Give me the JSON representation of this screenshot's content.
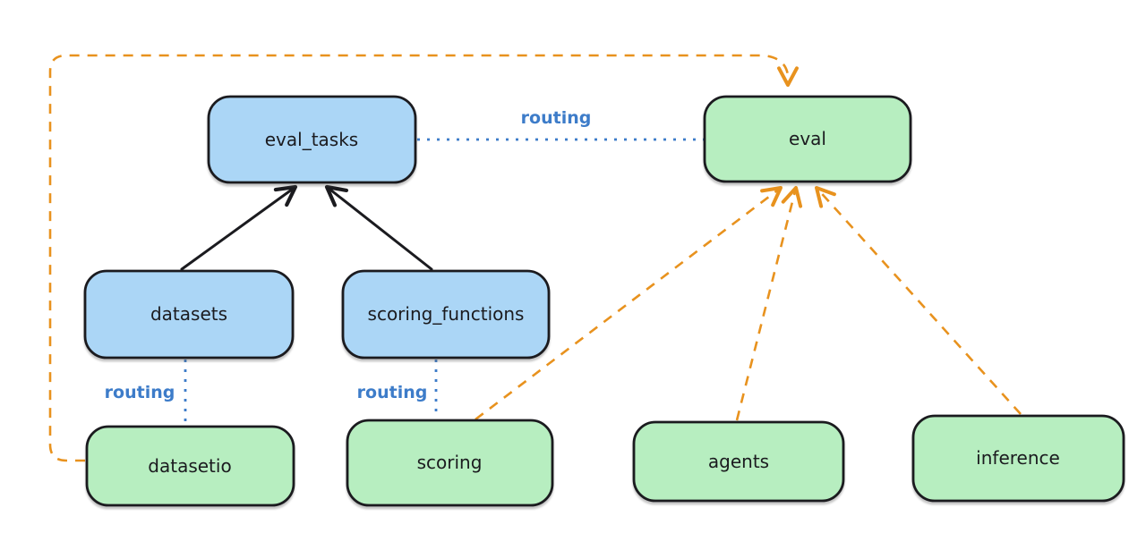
{
  "diagram": {
    "type": "architecture-routing-diagram",
    "nodes": [
      {
        "id": "eval_tasks",
        "label": "eval_tasks",
        "fill_role": "registry"
      },
      {
        "id": "eval",
        "label": "eval",
        "fill_role": "api"
      },
      {
        "id": "datasets",
        "label": "datasets",
        "fill_role": "registry"
      },
      {
        "id": "scoring_functions",
        "label": "scoring_functions",
        "fill_role": "registry"
      },
      {
        "id": "datasetio",
        "label": "datasetio",
        "fill_role": "api"
      },
      {
        "id": "scoring",
        "label": "scoring",
        "fill_role": "api"
      },
      {
        "id": "agents",
        "label": "agents",
        "fill_role": "api"
      },
      {
        "id": "inference",
        "label": "inference",
        "fill_role": "api"
      }
    ],
    "edges": [
      {
        "from": "datasets",
        "to": "eval_tasks",
        "style": "solid_black_arrow",
        "label": ""
      },
      {
        "from": "scoring_functions",
        "to": "eval_tasks",
        "style": "solid_black_arrow",
        "label": ""
      },
      {
        "from": "eval_tasks",
        "to": "eval",
        "style": "dotted_blue",
        "label": "routing"
      },
      {
        "from": "datasets",
        "to": "datasetio",
        "style": "dotted_blue",
        "label": "routing"
      },
      {
        "from": "scoring_functions",
        "to": "scoring",
        "style": "dotted_blue",
        "label": "routing"
      },
      {
        "from": "scoring",
        "to": "eval",
        "style": "dashed_orange_arrow",
        "label": ""
      },
      {
        "from": "agents",
        "to": "eval",
        "style": "dashed_orange_arrow",
        "label": ""
      },
      {
        "from": "inference",
        "to": "eval",
        "style": "dashed_orange_arrow",
        "label": ""
      },
      {
        "from": "datasetio",
        "to": "eval",
        "style": "dashed_orange_arrow",
        "route": "left_and_top_loop",
        "label": ""
      }
    ],
    "colors": {
      "blue_fill": "#abd6f6",
      "green_fill": "#b7eec0",
      "node_stroke": "#1b1b1f",
      "orange_edge": "#e8921e",
      "routing_edge": "#3d7cc9",
      "background": "#ffffff"
    }
  }
}
